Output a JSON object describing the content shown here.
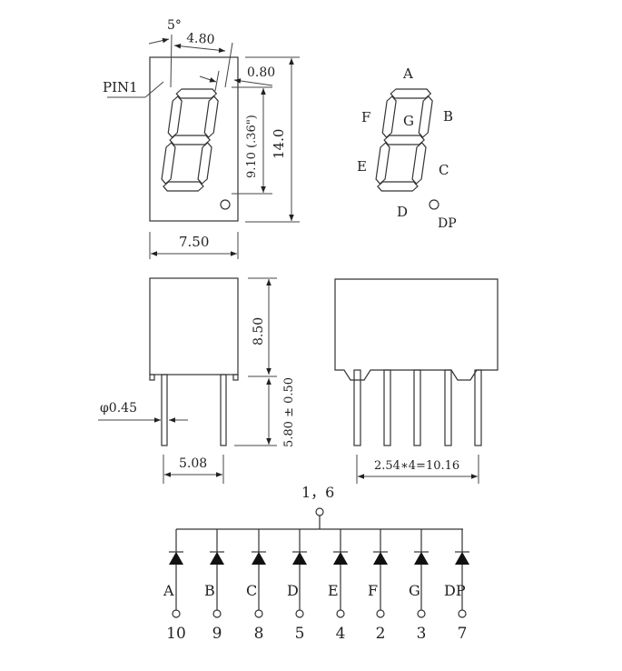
{
  "front_view": {
    "angle_label": "5°",
    "digit_width_label": "4.80",
    "segment_offset_label": "0.80",
    "pin1_label": "PIN1",
    "digit_height_label": "9.10 (.36\")",
    "body_height_label": "14.0",
    "body_width_label": "7.50"
  },
  "segment_map": {
    "labels": {
      "A": "A",
      "B": "B",
      "C": "C",
      "D": "D",
      "E": "E",
      "F": "F",
      "G": "G",
      "DP": "DP"
    }
  },
  "side_view": {
    "body_height_label": "8.50",
    "pin_length_label": "5.80 ± 0.50",
    "pin_diameter_label": "φ0.45",
    "pin_spacing_label": "5.08"
  },
  "bottom_view": {
    "pitch_label": "2.54∗4=10.16"
  },
  "circuit": {
    "common_pin_label": "1，6",
    "diodes": [
      {
        "segment": "A",
        "pin": "10"
      },
      {
        "segment": "B",
        "pin": "9"
      },
      {
        "segment": "C",
        "pin": "8"
      },
      {
        "segment": "D",
        "pin": "5"
      },
      {
        "segment": "E",
        "pin": "4"
      },
      {
        "segment": "F",
        "pin": "2"
      },
      {
        "segment": "G",
        "pin": "3"
      },
      {
        "segment": "DP",
        "pin": "7"
      }
    ]
  }
}
